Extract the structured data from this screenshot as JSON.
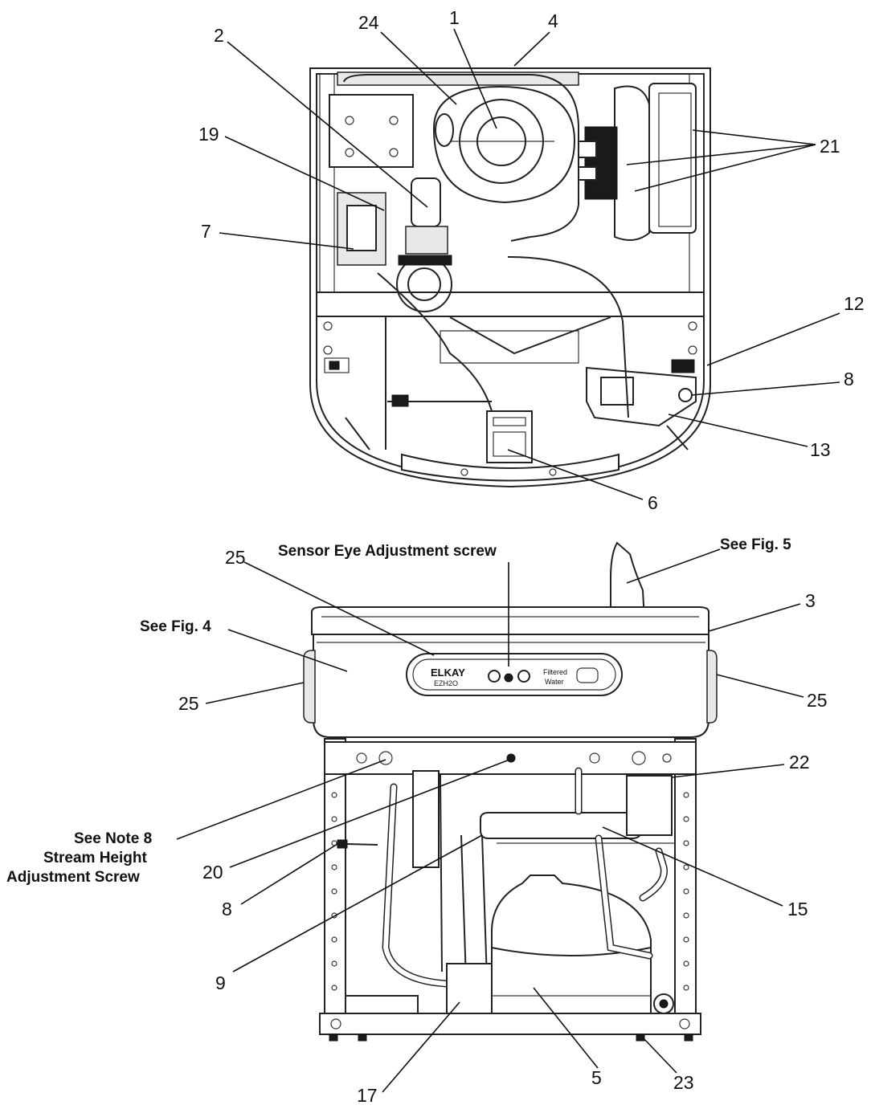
{
  "callouts": {
    "c1": "1",
    "c24": "24",
    "c4": "4",
    "c2": "2",
    "c19": "19",
    "c21": "21",
    "c7": "7",
    "c12": "12",
    "c8_top": "8",
    "c13": "13",
    "c6": "6",
    "c25_top": "25",
    "c25_left": "25",
    "c25_right": "25",
    "c3": "3",
    "c22": "22",
    "c20": "20",
    "c8_bottom": "8",
    "c15": "15",
    "c9": "9",
    "c17": "17",
    "c5": "5",
    "c23": "23"
  },
  "notes": {
    "sensor_eye": "Sensor Eye Adjustment screw",
    "see_fig5": "See Fig. 5",
    "see_fig4": "See Fig. 4",
    "see_note8": "See Note 8",
    "stream_height_1": "Stream Height",
    "stream_height_2": "Adjustment Screw"
  },
  "panel_branding": {
    "logo": "ELKAY",
    "logo_sub": "EZH2O",
    "filtered": "Filtered",
    "filtered_sub": "Water"
  }
}
